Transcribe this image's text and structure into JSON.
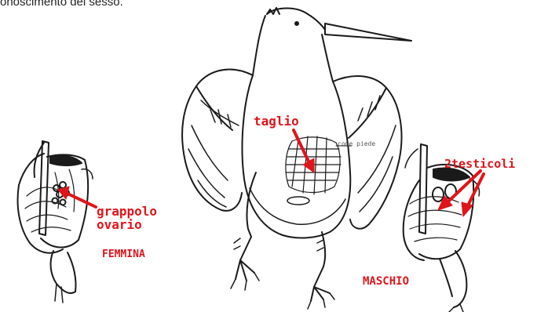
{
  "caption": "onoscimento del sesso.",
  "labels": {
    "cut": "taglio",
    "faint_note": "come piede",
    "ovary_line1": "grappolo",
    "ovary_line2": "ovario",
    "female": "FEMMINA",
    "testes": "2testicoli",
    "male": "MASCHIO"
  },
  "colors": {
    "ink": "#1a1a1a",
    "annotation": "#e0141b",
    "background": "#ffffff"
  }
}
